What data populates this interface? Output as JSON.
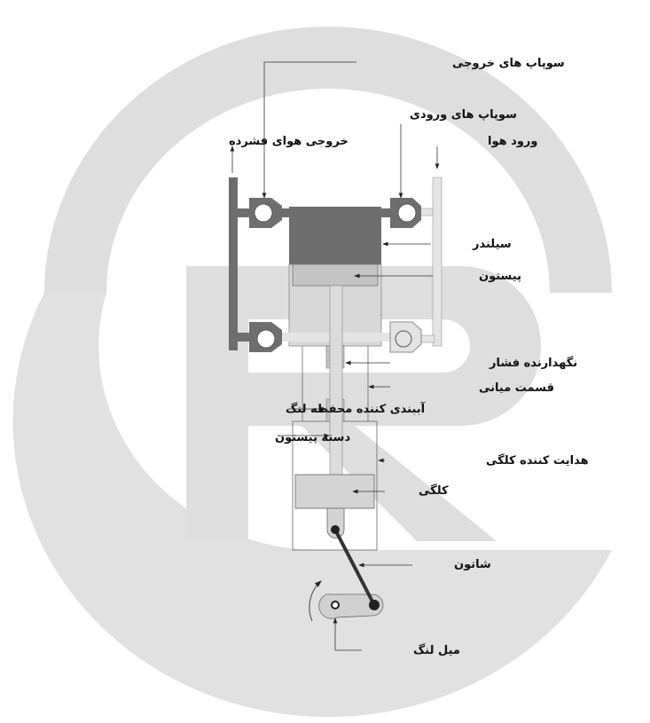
{
  "labels": {
    "exhaust_valves": "سوپاپ های خروجی",
    "intake_valves": "سوپاپ های ورودی",
    "compressed_air_out": "خروجی هوای فشرده",
    "air_in": "ورود هوا",
    "cylinder": "سیلندر",
    "piston": "پیستون",
    "pressure_packing": "نگهدارنده  فشار",
    "distance_piece": "قسمت میانی",
    "crankcase_seal": "آببندی کننده محفظه لنگ",
    "piston_rod": "دسته پیستون",
    "crosshead_guide": "هدایت کننده کلگی",
    "crosshead": "کلگی",
    "connecting_rod": "شاتون",
    "crankshaft": "میل لنگ"
  },
  "colors": {
    "dark": "#6e6e6e",
    "light": "#d6d6d6",
    "watermark": "#dedede"
  }
}
